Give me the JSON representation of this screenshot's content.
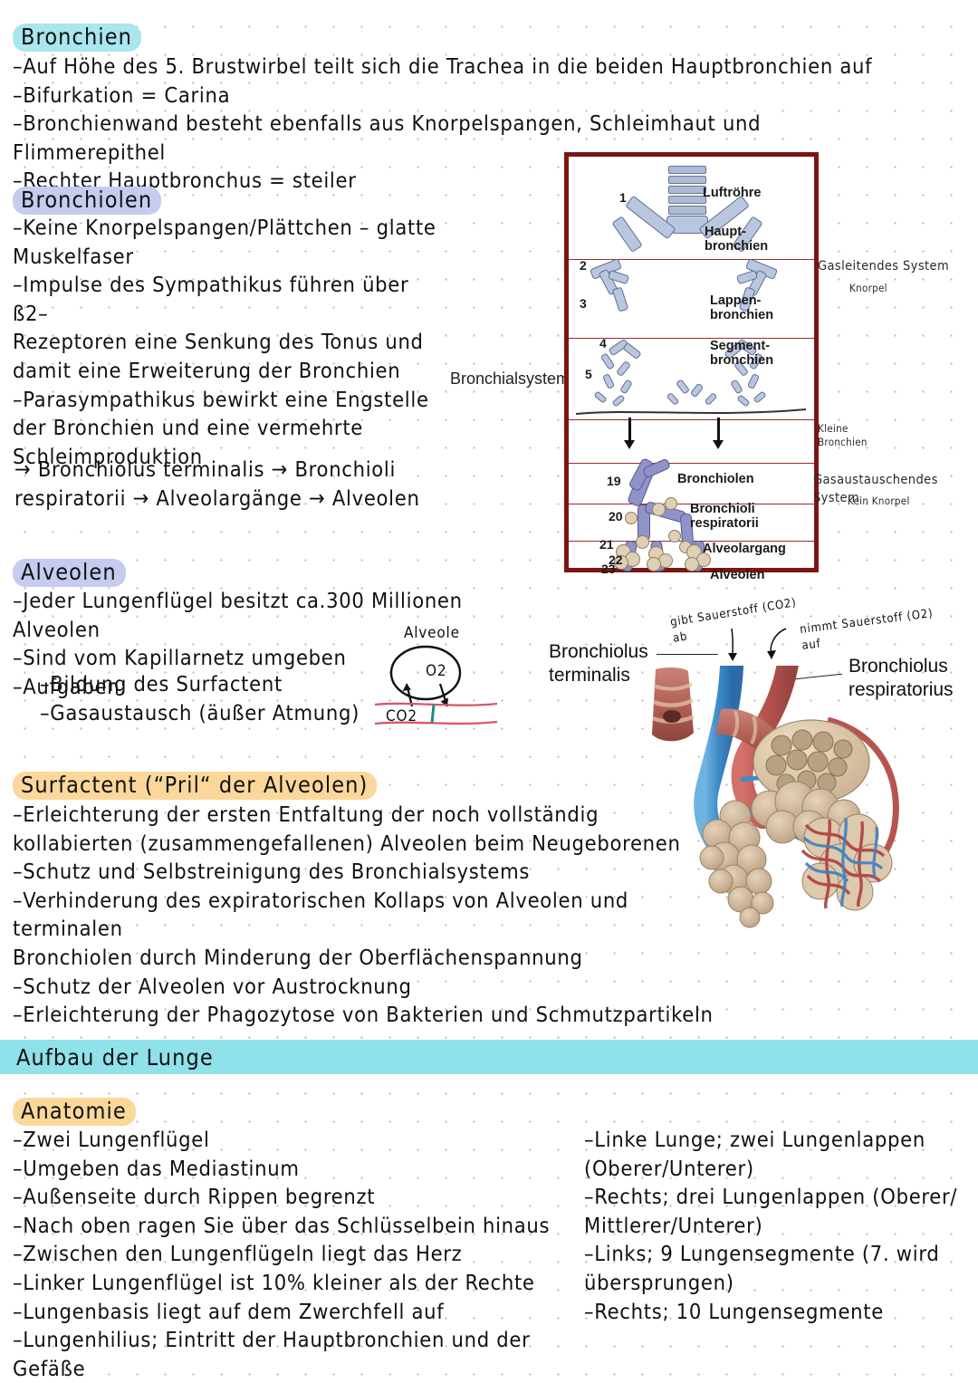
{
  "page": {
    "bg": "#ffffff",
    "dot_color": "#b9b9c4"
  },
  "sections": {
    "bronchien": {
      "heading": "Bronchien",
      "heading_color": "#a9e6ee",
      "body": "–Auf Höhe des 5. Brustwirbel teilt sich die Trachea in die beiden Hauptbronchien auf\n–Bifurkation = Carina\n–Bronchienwand besteht ebenfalls aus Knorpelspangen, Schleimhaut und Flimmerepithel\n–Rechter Hauptbronchus = steiler"
    },
    "bronchiolen": {
      "heading": "Bronchiolen",
      "heading_color": "#c6cbf0",
      "body": "–Keine Knorpelspangen/Plättchen – glatte\nMuskelfaser\n–Impulse des Sympathikus führen über ß2–\nRezeptoren eine Senkung des Tonus und\ndamit eine Erweiterung der Bronchien\n–Parasympathikus bewirkt eine Engstelle\nder Bronchien und eine vermehrte\nSchleimproduktion",
      "chain": "→ Bronchiolus terminalis → Bronchioli\nrespiratorii → Alveolargänge → Alveolen"
    },
    "alveolen": {
      "heading": "Alveolen",
      "heading_color": "#c6cbf0",
      "body": "–Jeder Lungenflügel besitzt ca.300 Millionen Alveolen\n–Sind vom Kapillarnetz umgeben\n–Aufgaben:",
      "sub": "–Bildung des Surfactent\n–Gasaustausch (äußer Atmung)"
    },
    "surfactent": {
      "heading": "Surfactent (“Pril“ der Alveolen)",
      "heading_color": "#fbd89a",
      "body": "–Erleichterung der ersten Entfaltung der noch vollständig\nkollabierten (zusammengefallenen) Alveolen beim Neugeborenen\n–Schutz und Selbstreinigung des Bronchialsystems\n–Verhinderung des expiratorischen Kollaps von Alveolen und terminalen\nBronchiolen durch Minderung der Oberflächenspannung\n–Schutz der Alveolen vor Austrocknung\n–Erleichterung der Phagozytose von Bakterien und Schmutzpartikeln"
    },
    "aufbau": {
      "banner": "Aufbau der Lunge",
      "banner_color": "#8fe1ea"
    },
    "anatomie": {
      "heading": "Anatomie",
      "heading_color": "#fbd89a",
      "left_column": "–Zwei Lungenflügel\n–Umgeben das Mediastinum\n–Außenseite durch Rippen begrenzt\n–Nach oben ragen Sie über das Schlüsselbein hinaus\n–Zwischen den Lungenflügeln liegt das Herz\n–Linker Lungenflügel ist 10% kleiner als der Rechte\n–Lungenbasis liegt auf dem Zwerchfell auf\n–Lungenhilius; Eintritt der Hauptbronchien und der Gefäße",
      "right_column": "–Linke Lunge; zwei Lungenlappen\n(Oberer/Unterer)\n–Rechts; drei Lungenlappen (Oberer/\nMittlerer/Unterer)\n–Links; 9 Lungensegmente (7. wird\nübersprungen)\n–Rechts; 10 Lungensegmente"
    }
  },
  "bronchial_diagram": {
    "caption": "Bronchialsystem",
    "frame_color": "#7d1515",
    "rows": [
      {
        "number": "1",
        "label": "Luftröhre"
      },
      {
        "number": "2",
        "label": "Haupt-\nbronchien"
      },
      {
        "number": "3",
        "label": "Lappen-\nbronchien"
      },
      {
        "number": "4",
        "label": "Segment-\nbronchien"
      },
      {
        "number": "5",
        "label": ""
      },
      {
        "number": "19",
        "label": "Bronchiolen"
      },
      {
        "number": "20",
        "label": "Bronchioli\nrespiratorii"
      },
      {
        "number": "21",
        "label": ""
      },
      {
        "number": "22",
        "label": "Alveolargang"
      },
      {
        "number": "23",
        "label": "Alveolen"
      }
    ],
    "side_notes": [
      {
        "title": "Gasleitendes System",
        "sub": "Knorpel"
      },
      {
        "title": "Kleine\nBronchien",
        "sub": ""
      },
      {
        "title": "Gasaustauschendes System",
        "sub": "Kein Knorpel"
      }
    ]
  },
  "alveole_sketch": {
    "label": "Alveole",
    "gas_in": "O2",
    "gas_out": "CO2"
  },
  "alveolus_figure": {
    "label_left": "Bronchiolus\nterminalis",
    "label_right": "Bronchiolus\nrespiratorius",
    "note_left": "gibt Sauerstoff (CO2)\nab",
    "note_right": "nimmt Sauerstoff (O2)\nauf"
  }
}
